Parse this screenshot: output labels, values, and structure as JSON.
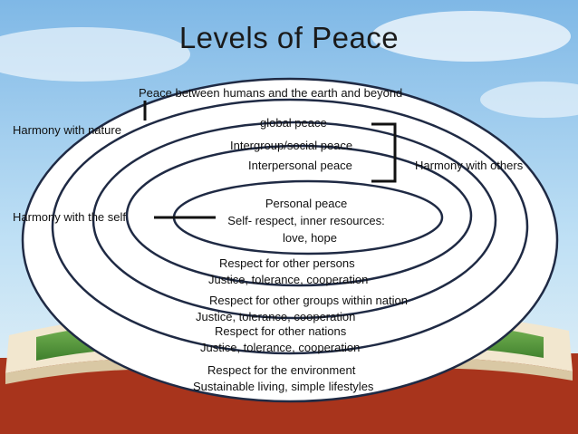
{
  "title": "Levels of Peace",
  "side_labels": {
    "nature": "Harmony with nature",
    "others": "Harmony with others",
    "self": "Harmony with the self"
  },
  "rings": {
    "outer": "Peace between humans and the earth and beyond",
    "global": "global peace",
    "intergroup": "Intergroup/social peace",
    "interpersonal": "Interpersonal peace",
    "personal": [
      "Personal peace",
      "Self- respect, inner resources:",
      "love, hope"
    ]
  },
  "respect_blocks": [
    [
      "Respect for other persons",
      "Justice, tolerance, cooperation"
    ],
    [
      "Respect for other groups within nation",
      "Justice, tolerance, cooperation"
    ],
    [
      "Respect for other nations",
      "Justice, tolerance, cooperation"
    ],
    [
      "Respect for the environment",
      "Sustainable living, simple lifestyles"
    ]
  ],
  "colors": {
    "sky": "#9fd0ef",
    "ring_stroke": "#1f2a44",
    "ring_fill": "#ffffff",
    "book_cover": "#b23a1f",
    "grass": "#6aa84f"
  }
}
